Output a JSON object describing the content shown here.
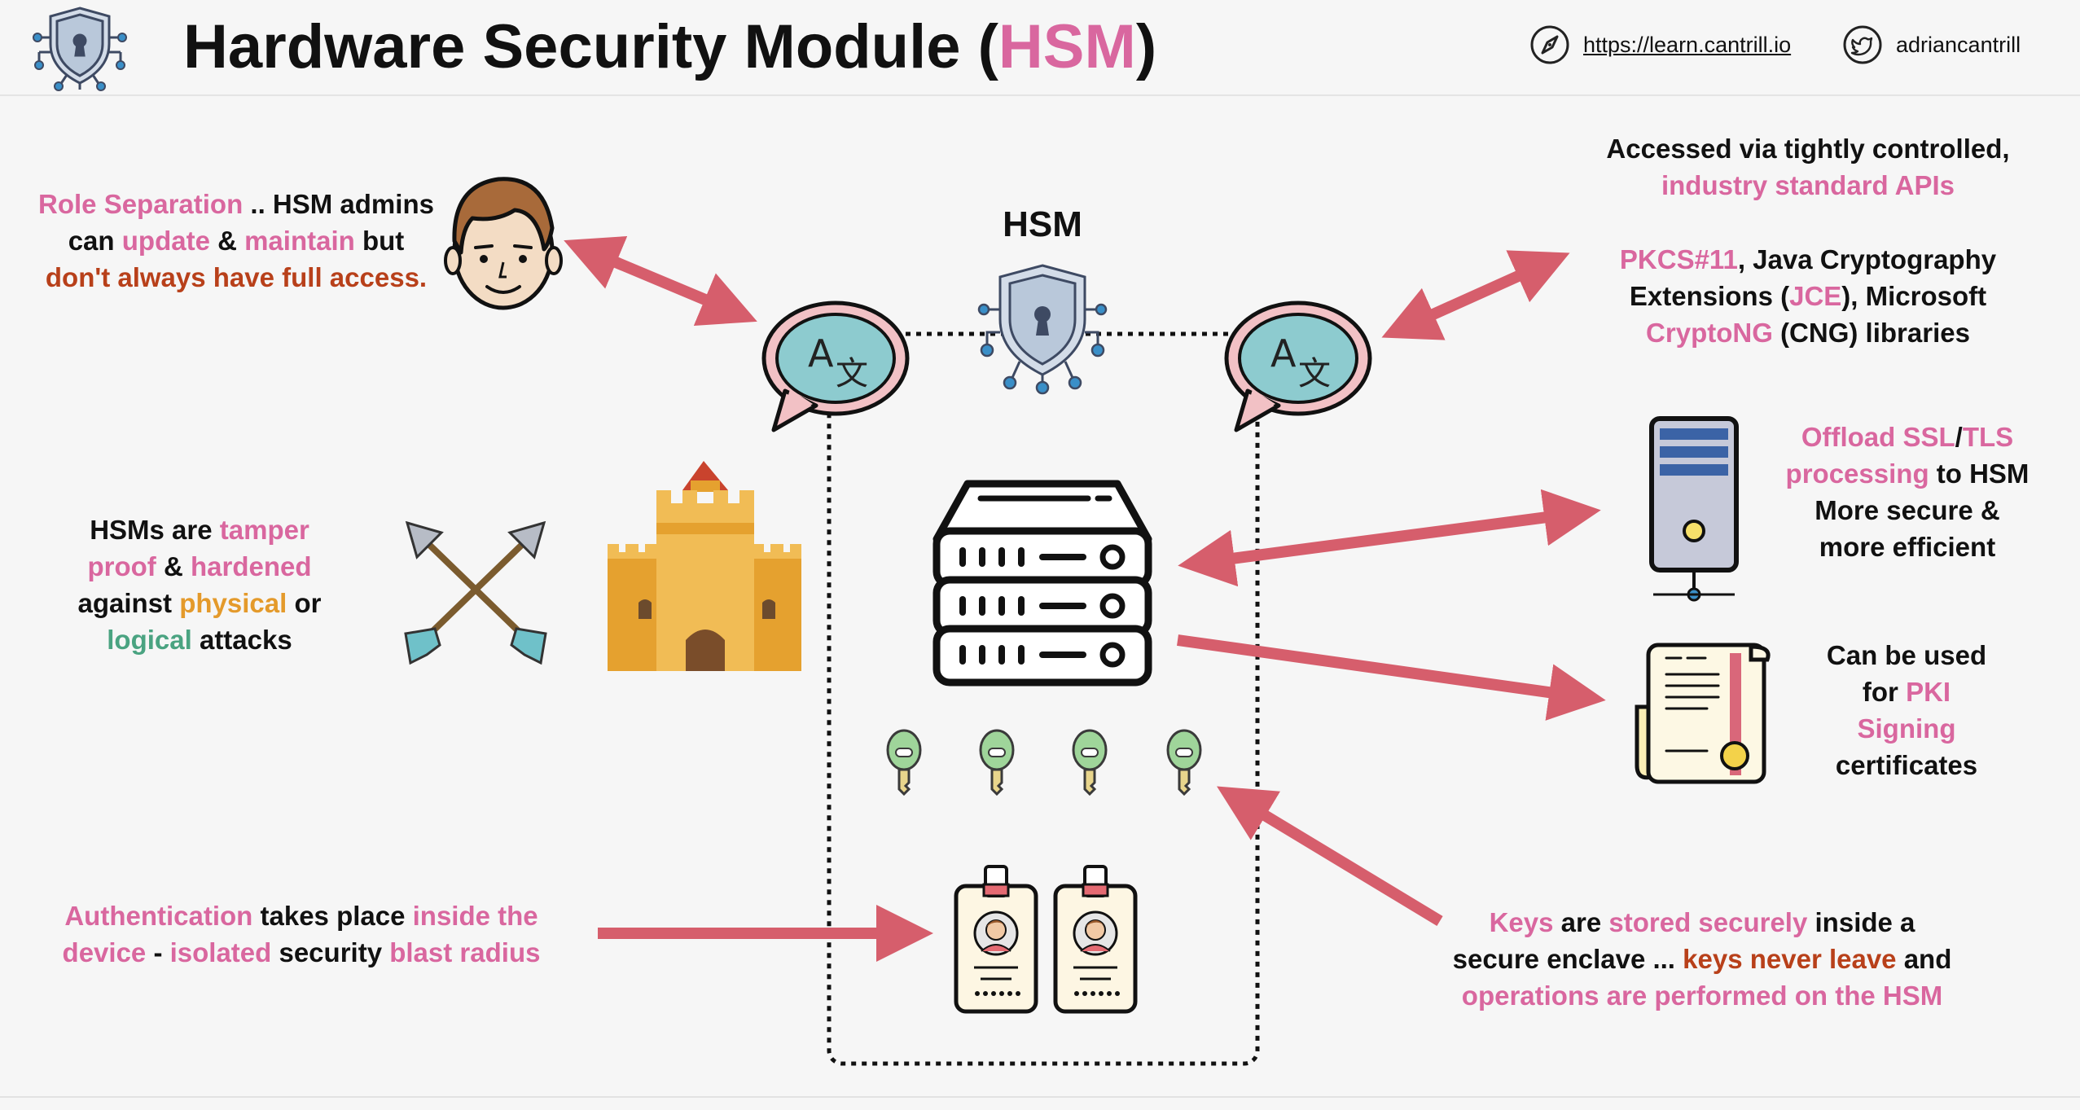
{
  "header": {
    "title_prefix": "Hardware Security Module (",
    "title_highlight": "HSM",
    "title_suffix": ")",
    "website": "https://learn.cantrill.io",
    "twitter": "adriancantrill",
    "icons": [
      "shield-lock-circuit-icon",
      "compass-icon",
      "twitter-bird-icon"
    ]
  },
  "diagram": {
    "hsm_label": "HSM",
    "role_separation": {
      "l1": [
        "Role Separation",
        " .. HSM admins"
      ],
      "l2": [
        "can ",
        "update",
        " & ",
        "maintain",
        " but"
      ],
      "l3": "don't always have full access."
    },
    "tamper": {
      "l1": [
        "HSMs are ",
        "tamper"
      ],
      "l2": [
        "proof",
        " & ",
        "hardened"
      ],
      "l3": [
        "against ",
        "physical",
        " or"
      ],
      "l4": [
        "logical",
        " attacks"
      ]
    },
    "authentication": {
      "l1": [
        "Authentication",
        " takes place ",
        "inside the"
      ],
      "l2": [
        "device",
        " - ",
        "isolated",
        " security ",
        "blast radius"
      ]
    },
    "apis": {
      "l1": "Accessed via tightly controlled,",
      "l2": "industry standard APIs",
      "l3": [
        "PKCS#11",
        ", Java Cryptography"
      ],
      "l4": [
        "Extensions (",
        "JCE",
        "), Microsoft"
      ],
      "l5": [
        "CryptoNG",
        " (CNG) libraries"
      ]
    },
    "offload": {
      "l1": [
        "Offload SSL",
        "/",
        "TLS"
      ],
      "l2": [
        "processing",
        " to HSM"
      ],
      "l3": "More secure &",
      "l4": "more efficient"
    },
    "pki": {
      "l1": "Can be used",
      "l2": [
        "for ",
        "PKI"
      ],
      "l3": "Signing",
      "l4": "certificates"
    },
    "keys": {
      "l1": [
        "Keys",
        " are ",
        "stored securely",
        " inside a"
      ],
      "l2": [
        "secure enclave ... ",
        "keys never leave",
        " and"
      ],
      "l3": "operations are performed on the HSM"
    },
    "translate_glyphs": [
      "A",
      "文"
    ],
    "icons": [
      "person-face-icon",
      "crossed-arrows-icon",
      "castle-icon",
      "translate-bubble-icon",
      "shield-lock-circuit-icon",
      "server-rack-icon",
      "key-icon",
      "id-badge-icon",
      "desktop-tower-icon",
      "certificate-scroll-icon"
    ],
    "colors": {
      "pink": "#d9679f",
      "red": "#b8401a",
      "orange": "#e49a2b",
      "green": "#4aa381",
      "arrow": "#d65e6c"
    }
  }
}
